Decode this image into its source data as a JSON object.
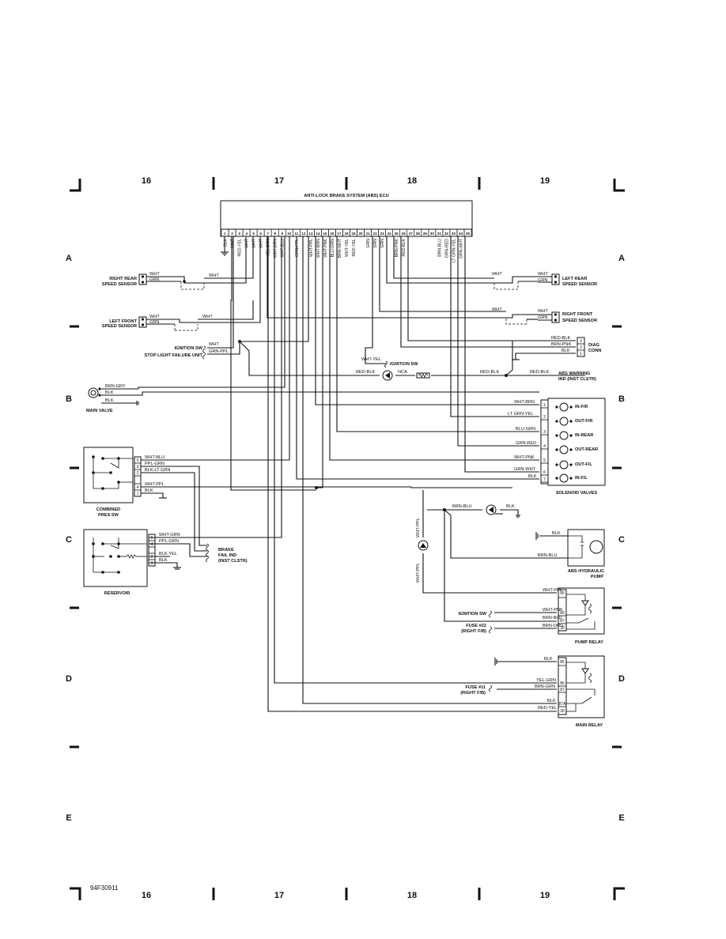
{
  "page_code": "94F30911",
  "columns": [
    "16",
    "17",
    "18",
    "19"
  ],
  "rows": [
    "A",
    "B",
    "C",
    "D",
    "E"
  ],
  "ecu": {
    "title": "ANTI-LOCK BRAKE SYSTEM (ABS) ECU",
    "pins": [
      "1",
      "2",
      "3",
      "4",
      "5",
      "6",
      "7",
      "8",
      "9",
      "10",
      "11",
      "12",
      "13",
      "14",
      "15",
      "16",
      "17",
      "18",
      "19",
      "20",
      "21",
      "22",
      "23",
      "24",
      "25",
      "26",
      "27",
      "28",
      "29",
      "30",
      "31",
      "32",
      "33",
      "34",
      "35"
    ],
    "pin_wires": [
      "BLK",
      "WHT",
      "RED-YEL",
      "WHT",
      "WHT",
      "WHT",
      "YEL-BRN",
      "WHT-BRN",
      "WHT-BLU",
      "",
      "GRN-PPL",
      "",
      "WHT-PPL",
      "WHT-BRN",
      "WHT-PNK",
      "BLU-GRN",
      "BRN-WHT",
      "WHT-YEL",
      "RED-YEL",
      "",
      "GRN",
      "GRN",
      "GRN",
      "",
      "BRN-PNK",
      "RED-BLK",
      "",
      "",
      "",
      "",
      "BRN-BLU",
      "GRN-RED",
      "LT GRN-YEL",
      "GRN-WHT",
      ""
    ]
  },
  "sensors": {
    "right_rear": {
      "label1": "RIGHT REAR",
      "label2": "SPEED SENSOR",
      "w1": "WHT",
      "w2": "GRN",
      "w3": "WHT"
    },
    "left_front": {
      "label1": "LEFT FRONT",
      "label2": "SPEED SENSOR",
      "w1": "WHT",
      "w2": "GRN",
      "w3": "WHT"
    },
    "left_rear": {
      "label1": "LEFT REAR",
      "label2": "SPEED SENSOR",
      "w1": "WHT",
      "w2": "GRN",
      "w3": "WHT"
    },
    "right_front": {
      "label1": "RIGHT FRONT",
      "label2": "SPEED SENSOR",
      "w1": "WHT",
      "w2": "GRN",
      "w3": "WHT"
    }
  },
  "ignition_left": {
    "label": "IGNITION SW",
    "wire": "WHT"
  },
  "stop_light": {
    "label": "STOP LIGHT FAILURE UNIT",
    "wire": "GRN-PPL"
  },
  "ignition_mid": {
    "label": "IGNITION SW",
    "wire": "WHT-YEL"
  },
  "warning": {
    "wire_left": "RED-BLK",
    "nca": "NCA",
    "wire_mid": "RED-BLK",
    "wire_right": "RED-BLK",
    "label1": "ABS WARNING",
    "label2": "IND (INST CLSTR)"
  },
  "diag": {
    "label1": "DIAG",
    "label2": "CONN",
    "wires": [
      "RED-BLK",
      "BRN-PNK",
      "BLK"
    ],
    "pins": [
      "3",
      "2",
      "1"
    ]
  },
  "main_valve": {
    "label": "MAIN VALVE",
    "wires": [
      "BRN-GRY",
      "BLK",
      "BLK"
    ]
  },
  "solenoid": {
    "label": "SOLENOID VALVES",
    "wires": [
      "WHT-BRN",
      "LT GRN-YEL",
      "BLU-GRN",
      "GRN-RED",
      "WHT-PNK",
      "GRN-WHT",
      "BLK"
    ],
    "pins": [
      "1",
      "2",
      "3",
      "4",
      "5",
      "6",
      "7"
    ],
    "valves": [
      "IN-F/R",
      "OUT-F/R",
      "IN-REAR",
      "OUT-REAR",
      "OUT-F/L",
      "IN-F/L"
    ]
  },
  "pres_sw": {
    "label1": "COMBINED",
    "label2": "PRES SW",
    "wires": [
      "WHT-BLU",
      "PPL-GRN",
      "BLK-LT GRN",
      "WHT-PPL",
      "BLK"
    ],
    "pins": [
      "5",
      "3",
      "2",
      "4",
      "1"
    ]
  },
  "reservoir": {
    "label": "RESERVOIR",
    "wires": [
      "WHT-GRN",
      "PPL-GRN",
      "BLK-YEL",
      "BLK"
    ],
    "pins": [
      "5",
      "4",
      "2",
      "3"
    ]
  },
  "brake_fail": {
    "label1": "BRAKE",
    "label2": "FAIL IND",
    "label3": "(INST CLSTR)"
  },
  "diode_row": {
    "left": "BRN-BLU",
    "right": "BLK"
  },
  "diode_vert": {
    "top": "WHT-PPL",
    "bottom": "WHT-PPL"
  },
  "pump": {
    "label1": "ABS HYDRAULIC",
    "label2": "PUMP",
    "wires": [
      "BLK",
      "BRN-BLU"
    ]
  },
  "pump_relay": {
    "label": "PUMP RELAY",
    "wires": [
      "WHT-PPL",
      "WHT-PNK",
      "BRN-BLU",
      "BRN-ORG"
    ],
    "pins": [
      "85",
      "86",
      "87",
      "30"
    ],
    "ignition": "IGNITION SW",
    "fuse1": "FUSE #22",
    "fuse2": "(RIGHT F/B)"
  },
  "main_relay": {
    "label": "MAIN RELAY",
    "wires": [
      "BLK",
      "YEL-GRN",
      "BRN-GRN",
      "BLK",
      "RED-YEL"
    ],
    "pins": [
      "85",
      "86",
      "87",
      "87A",
      "30"
    ],
    "fuse1": "FUSE #11",
    "fuse2": "(RIGHT F/B)"
  }
}
